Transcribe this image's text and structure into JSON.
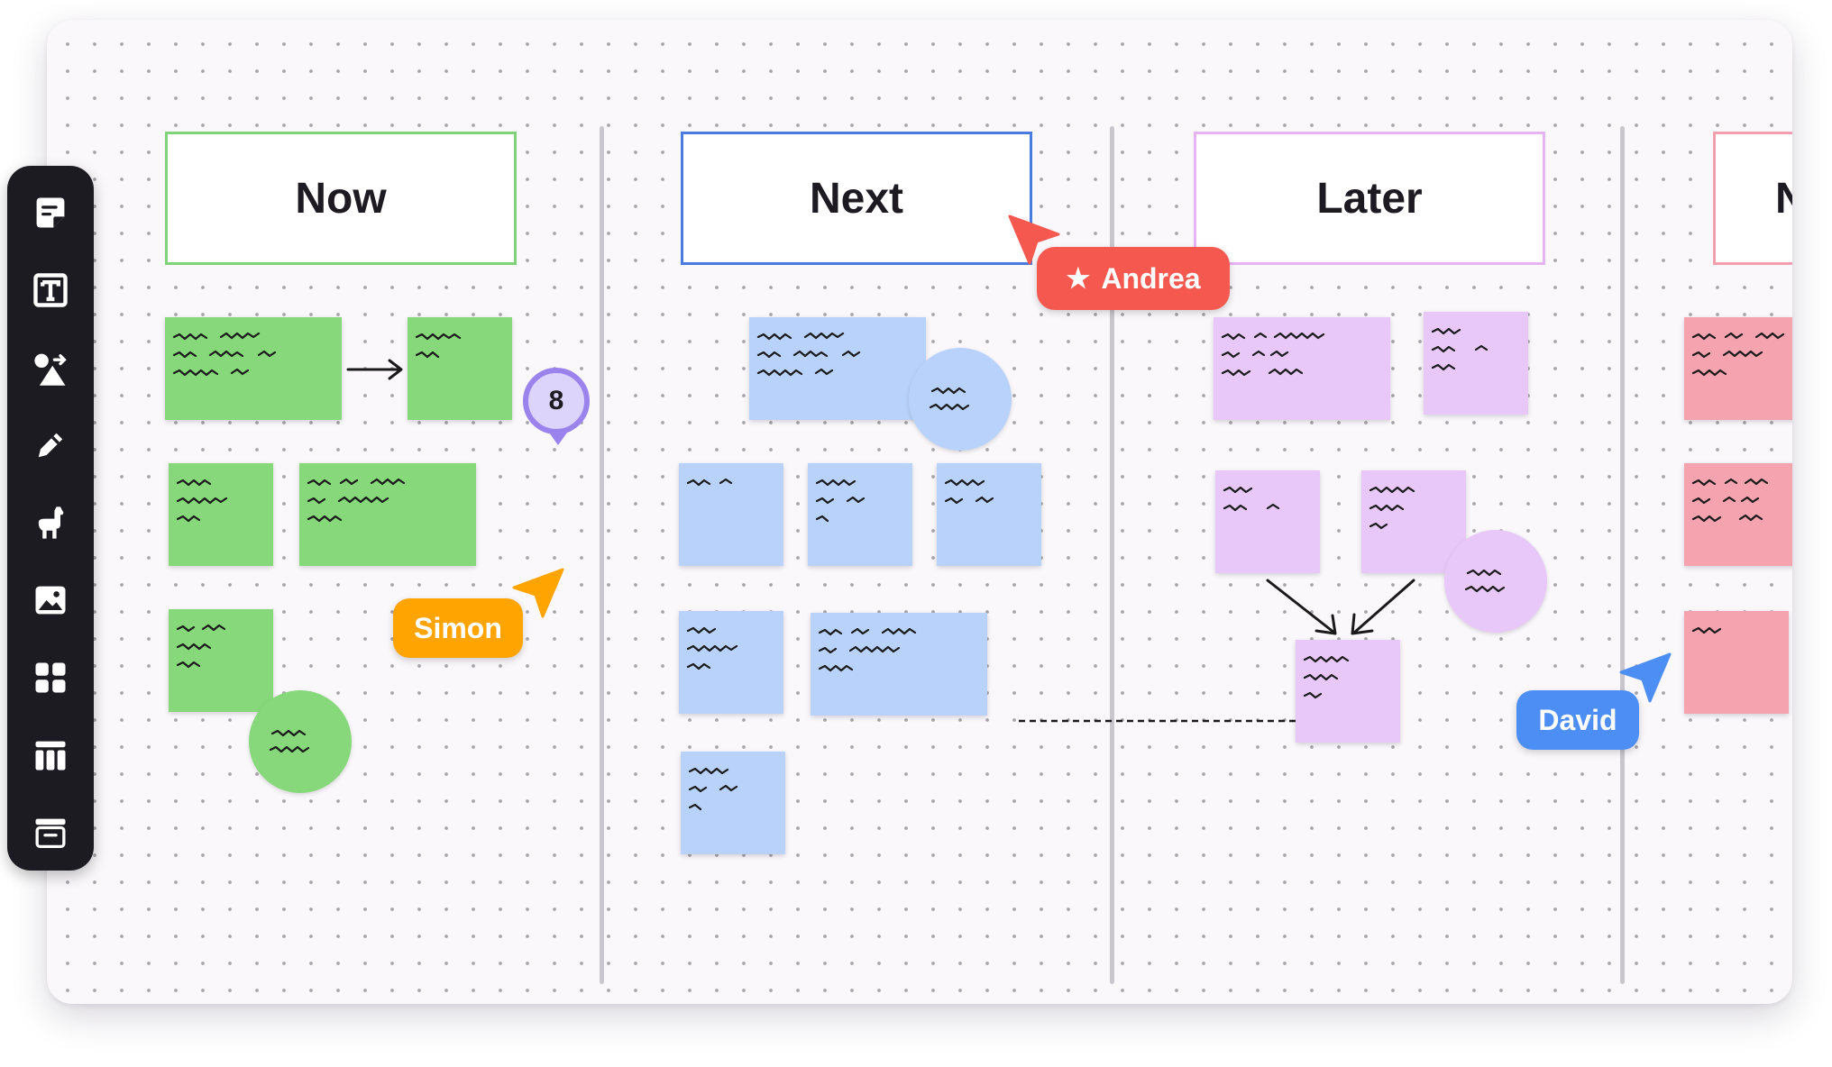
{
  "columns": [
    {
      "title": "Now",
      "border": "#7fd37a"
    },
    {
      "title": "Next",
      "border": "#4a7ce0"
    },
    {
      "title": "Later",
      "border": "#e6b4f3"
    },
    {
      "title": "N",
      "border": "#f2a0ad"
    }
  ],
  "badge": {
    "count": "8"
  },
  "cursors": [
    {
      "name": "Andrea",
      "color": "#f5584f",
      "star": "★"
    },
    {
      "name": "Simon",
      "color": "#ffa400"
    },
    {
      "name": "David",
      "color": "#4d8ef5"
    }
  ],
  "toolbar": {
    "tools": [
      "sticky-note-tool",
      "text-tool",
      "shapes-tool",
      "pen-tool",
      "alpaca-tool",
      "image-tool",
      "templates-tool",
      "table-tool",
      "section-tool"
    ]
  },
  "colors": {
    "green": "#86d87a",
    "blue": "#b9d2fb",
    "purple": "#e8c8f8",
    "pink": "#f6a3b0"
  }
}
